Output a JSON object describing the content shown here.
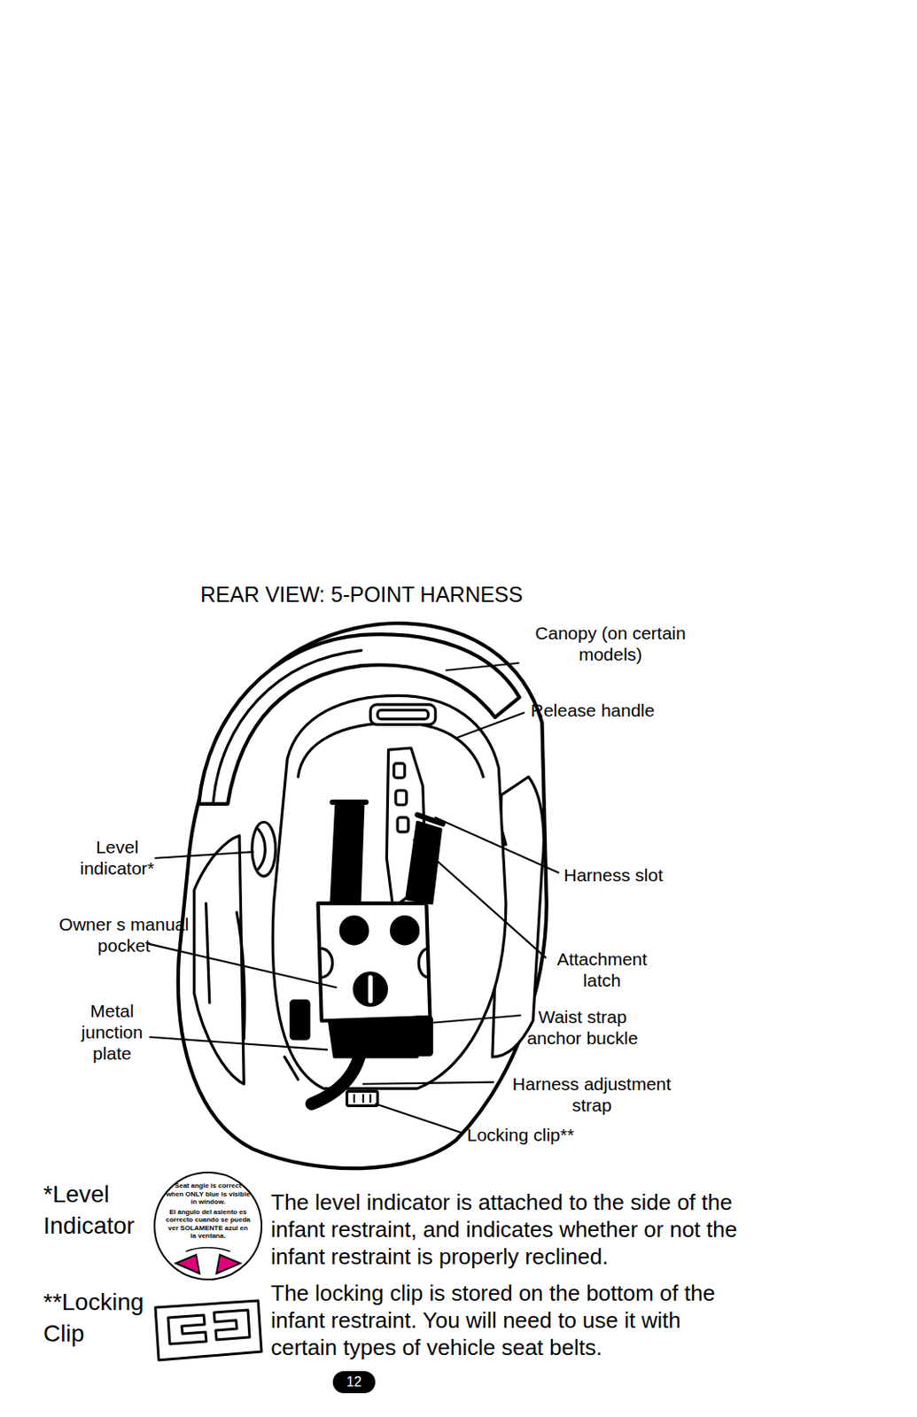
{
  "diagram": {
    "title": "REAR VIEW: 5-POINT HARNESS",
    "nodes": [
      {
        "text": [
          "Seat angle is correct when ONLY blue is visible in window.",
          "El ángulo del asiento es correcto cuando se pueda ver SOLAMENTE azul en la ventana."
        ]
      },
      {
        "text": [
          "12"
        ]
      }
    ],
    "labels": [
      "Canopy (on certain models)",
      "Release handle",
      "Level indicator*",
      "Harness slot",
      "Owner s manual pocket",
      "Attachment latch",
      "Metal junction plate",
      "Waist strap anchor buckle",
      "Harness adjustment strap",
      "Locking clip**",
      "*Level Indicator",
      "The level indicator is attached to the side of the infant restraint, and indicates whether or not the infant restraint is properly reclined.",
      "**Locking Clip",
      "The locking clip is stored on the bottom of the infant restraint. You will need to use it with certain types of vehicle seat belts."
    ]
  }
}
